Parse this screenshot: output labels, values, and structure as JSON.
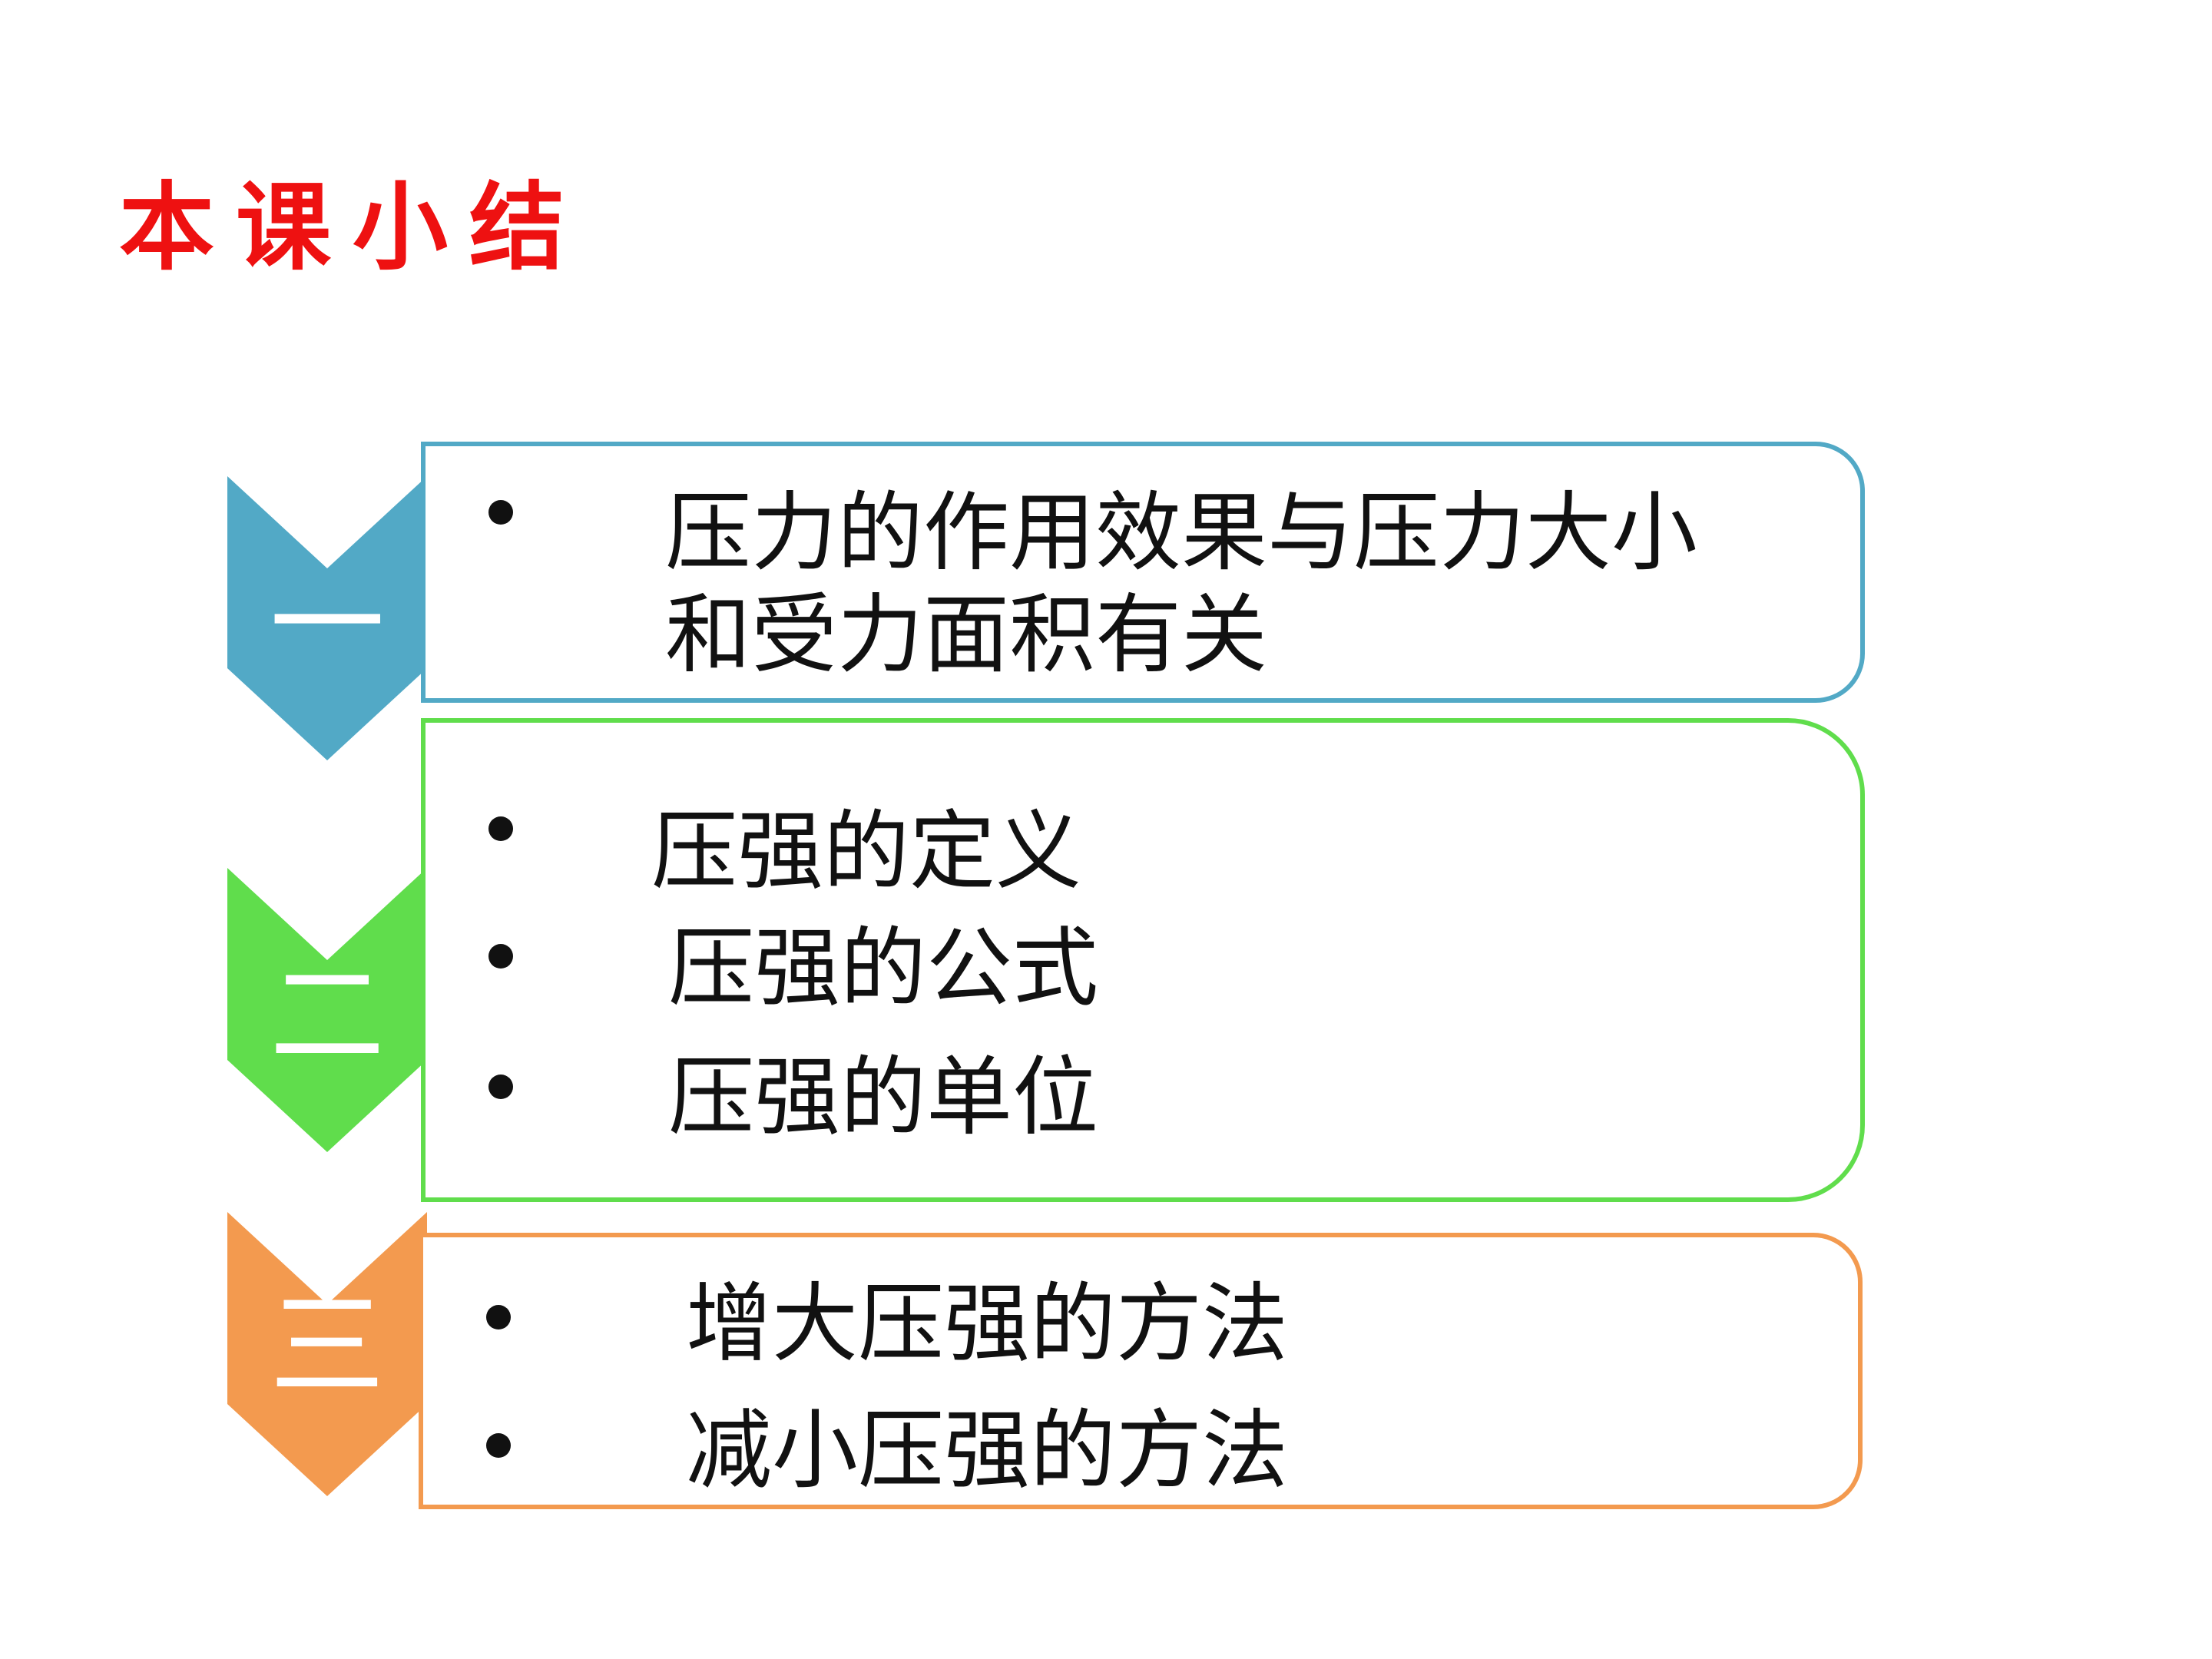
{
  "title": "本课小结",
  "colors": {
    "title": "#ee1111",
    "blue": "#52a9c6",
    "green": "#60dd4c",
    "orange": "#f39a4f"
  },
  "sections": [
    {
      "numeral": "一",
      "color": "blue",
      "items": [
        "压力的作用效果与压力大小",
        "和受力面积有关"
      ]
    },
    {
      "numeral": "二",
      "color": "green",
      "items": [
        "压强的定义",
        "压强的公式",
        "压强的单位"
      ]
    },
    {
      "numeral": "三",
      "color": "orange",
      "items": [
        "增大压强的方法",
        "减小压强的方法"
      ]
    }
  ]
}
